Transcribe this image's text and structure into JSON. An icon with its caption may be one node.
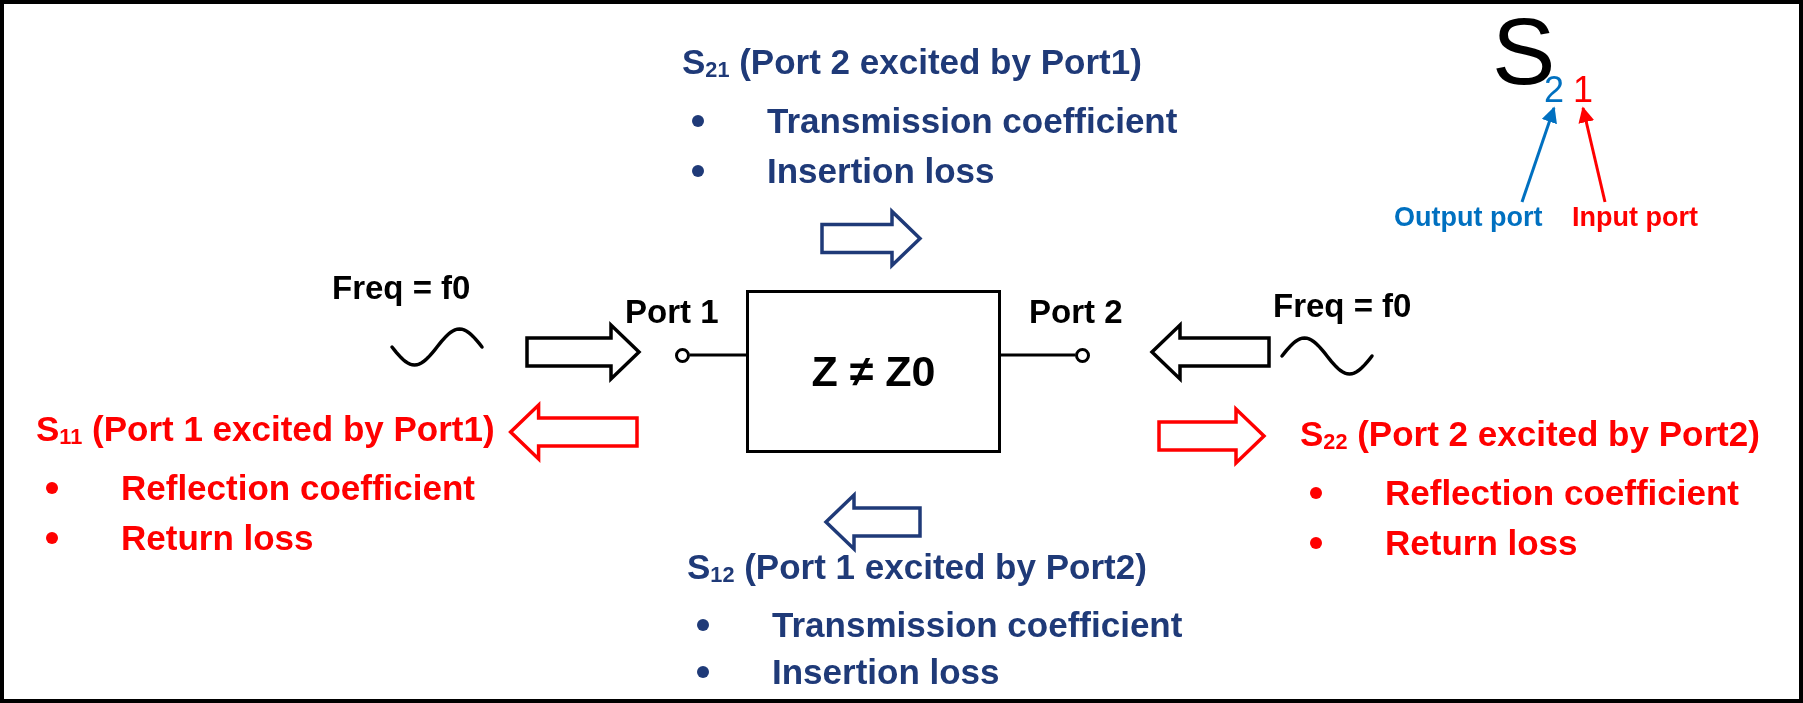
{
  "diagram": {
    "nodes": [
      {
        "text": [
          "S$_{21}$ (Port 2 excited by Port1)",
          "Transmission coefficient",
          "Insertion loss"
        ]
      },
      {
        "text": [
          "S"
        ]
      },
      {
        "text": [
          "2"
        ]
      },
      {
        "text": [
          "1"
        ]
      },
      {
        "text": [
          "Output port"
        ]
      },
      {
        "text": [
          "Input port"
        ]
      },
      {
        "text": [
          "Freq = f0"
        ]
      },
      {
        "text": [
          "Port 1"
        ]
      },
      {
        "text": [
          "Z ≠ Z0"
        ]
      },
      {
        "text": [
          "Port 2"
        ]
      },
      {
        "text": [
          "Freq = f0"
        ]
      },
      {
        "text": [
          "S$_{11}$ (Port 1 excited by Port1)",
          "Reflection coefficient",
          "Return loss"
        ]
      },
      {
        "text": [
          "S$_{22}$ (Port 2 excited by Port2)",
          "Reflection coefficient",
          "Return loss"
        ]
      },
      {
        "text": [
          "S$_{12}$ (Port 1 excited by Port2)",
          "Transmission coefficient",
          "Insertion loss"
        ]
      }
    ],
    "edges": [
      {
        "from": 6,
        "to": 7,
        "arrow": "to",
        "style": "thick"
      },
      {
        "from": 7,
        "to": 8,
        "arrow": "none"
      },
      {
        "from": 8,
        "to": 9,
        "arrow": "none"
      },
      {
        "from": 10,
        "to": 9,
        "arrow": "to",
        "style": "thick"
      },
      {
        "from": null,
        "to": 11,
        "arrow": "to",
        "style": "thick",
        "color": "#ff0000"
      },
      {
        "from": null,
        "to": 12,
        "arrow": "to",
        "style": "thick",
        "color": "#ff0000"
      },
      {
        "from": 4,
        "to": 2,
        "arrow": "to",
        "color": "#0070c0"
      },
      {
        "from": 5,
        "to": 3,
        "arrow": "to",
        "color": "#ff0000"
      },
      {
        "from": 8,
        "to": 0,
        "arrow": "to",
        "style": "thick",
        "color": "#1f3a78"
      },
      {
        "from": 8,
        "to": 13,
        "arrow": "to",
        "style": "thick",
        "color": "#1f3a78"
      }
    ]
  }
}
